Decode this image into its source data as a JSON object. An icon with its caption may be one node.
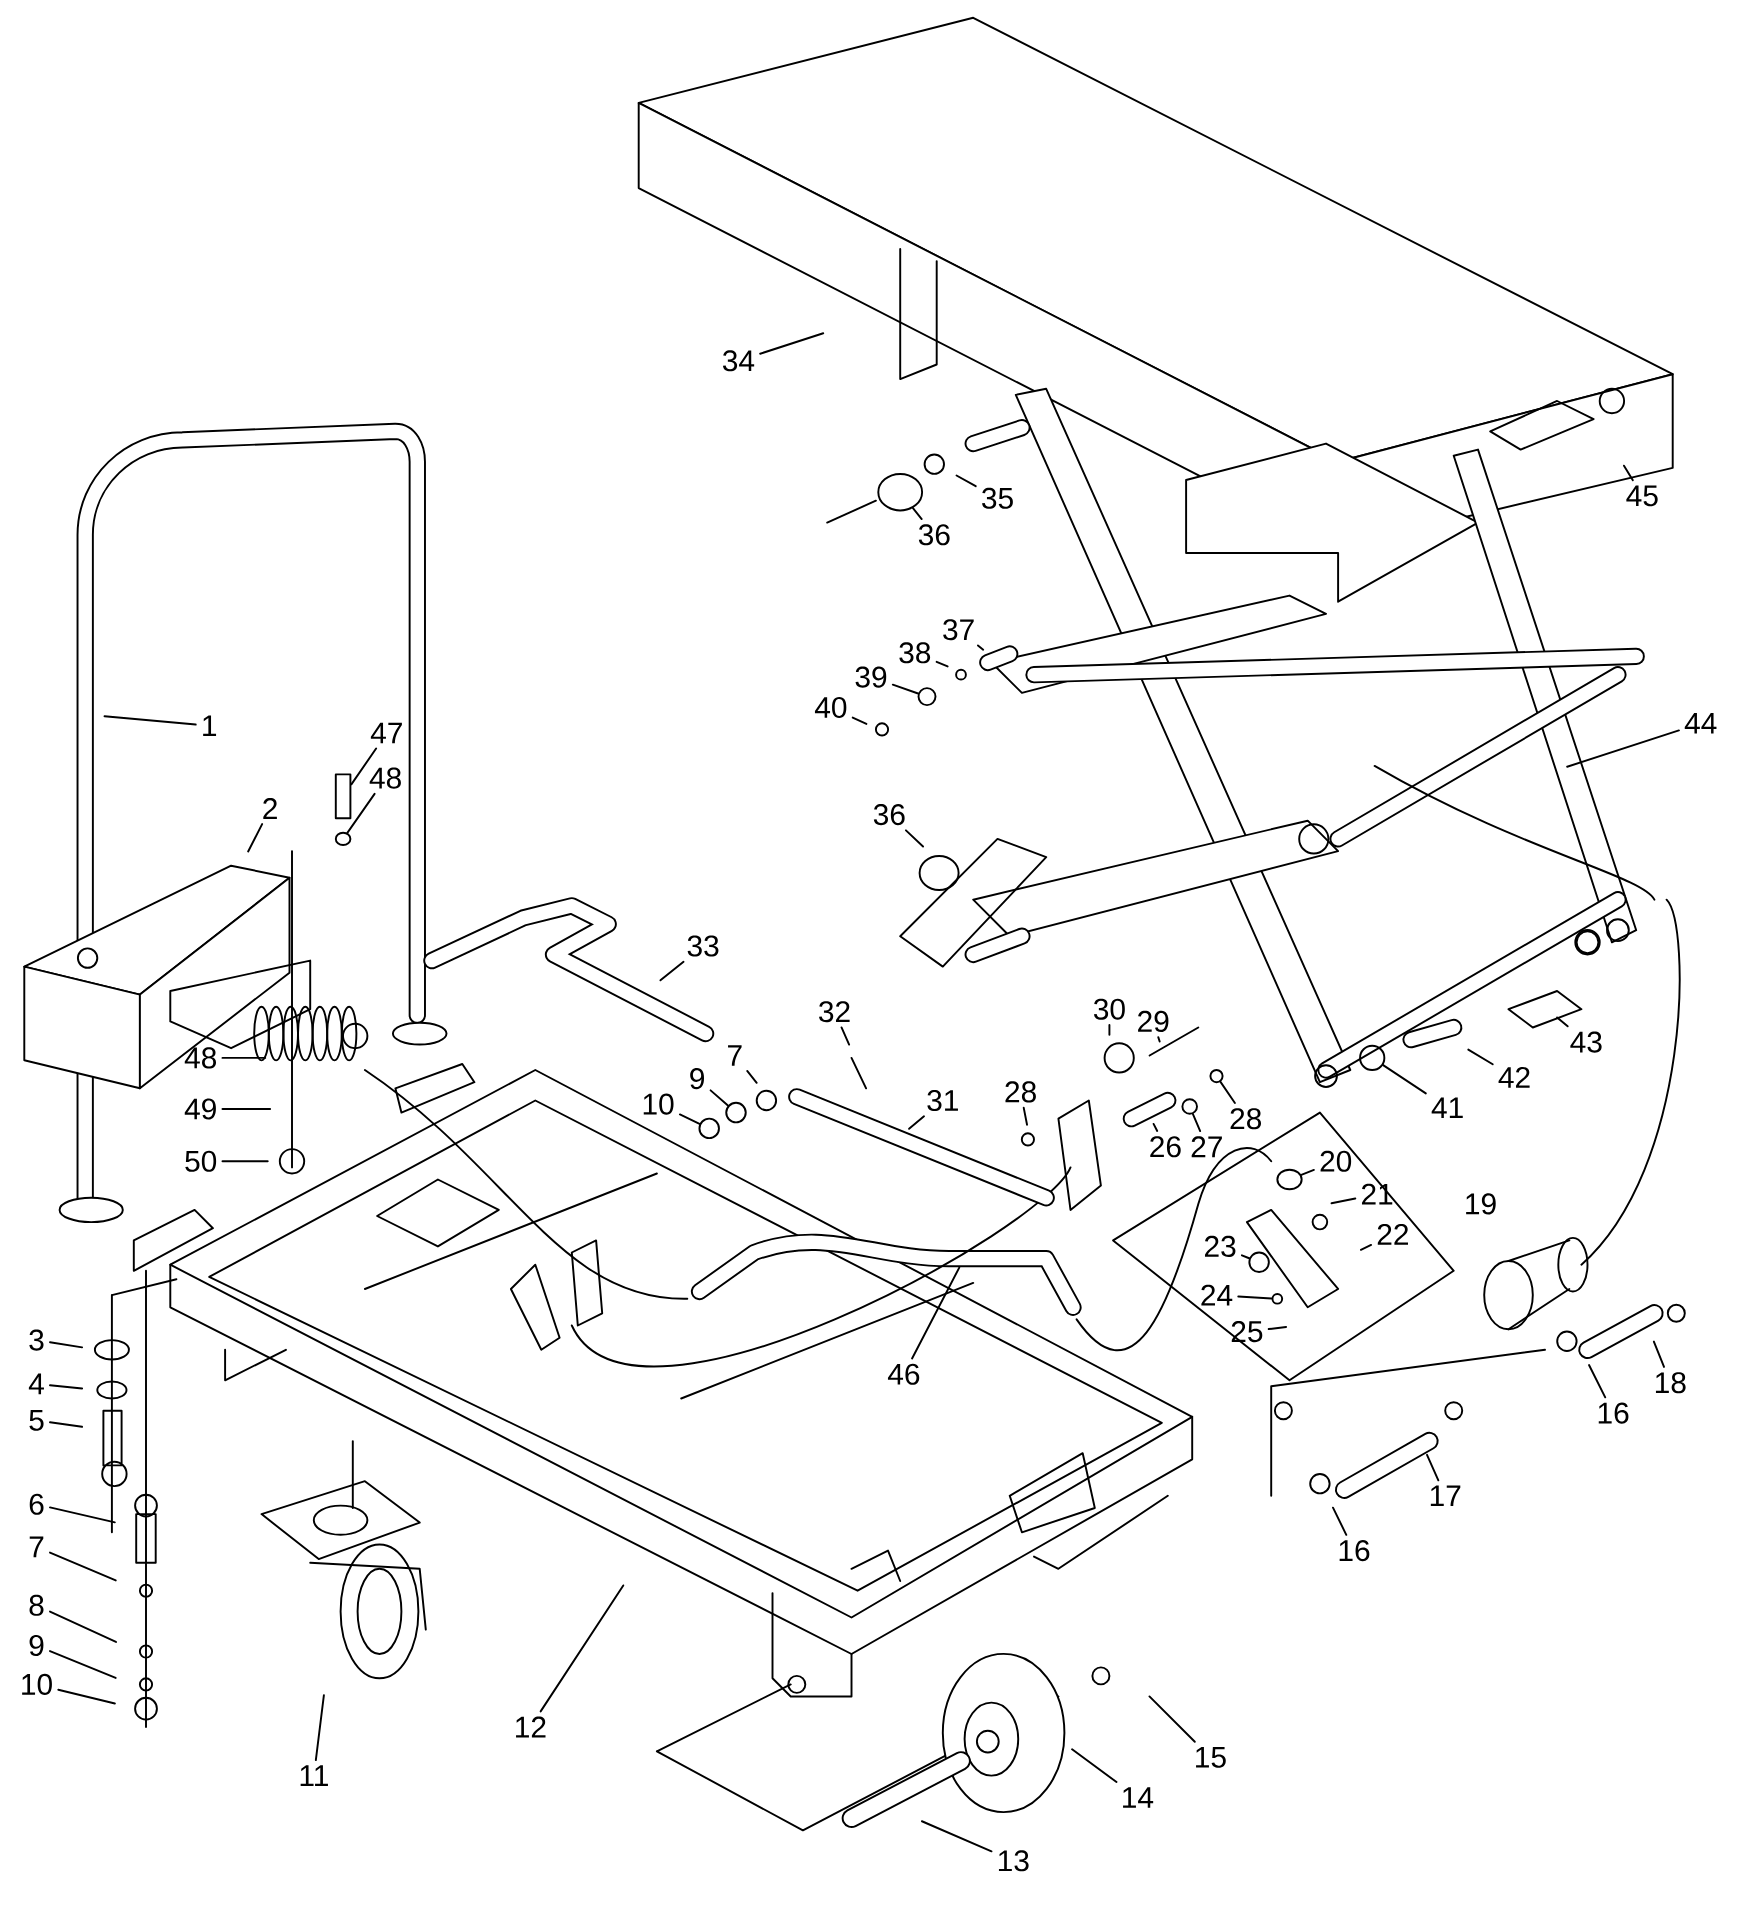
{
  "diagram": {
    "nodes": [
      {
        "text": [
          "34"
        ]
      },
      {
        "text": [
          "45"
        ]
      },
      {
        "text": [
          "35"
        ]
      },
      {
        "text": [
          "36"
        ]
      },
      {
        "text": [
          "37"
        ]
      },
      {
        "text": [
          "38"
        ]
      },
      {
        "text": [
          "39"
        ]
      },
      {
        "text": [
          "40"
        ]
      },
      {
        "text": [
          "44"
        ]
      },
      {
        "text": [
          "1"
        ]
      },
      {
        "text": [
          "47"
        ]
      },
      {
        "text": [
          "2"
        ]
      },
      {
        "text": [
          "48"
        ]
      },
      {
        "text": [
          "36"
        ]
      },
      {
        "text": [
          "33"
        ]
      },
      {
        "text": [
          "32"
        ]
      },
      {
        "text": [
          "29"
        ]
      },
      {
        "text": [
          "30"
        ]
      },
      {
        "text": [
          "48"
        ]
      },
      {
        "text": [
          "7"
        ]
      },
      {
        "text": [
          "9"
        ]
      },
      {
        "text": [
          "10"
        ]
      },
      {
        "text": [
          "49"
        ]
      },
      {
        "text": [
          "31"
        ]
      },
      {
        "text": [
          "28"
        ]
      },
      {
        "text": [
          "28"
        ]
      },
      {
        "text": [
          "26"
        ]
      },
      {
        "text": [
          "27"
        ]
      },
      {
        "text": [
          "50"
        ]
      },
      {
        "text": [
          "43"
        ]
      },
      {
        "text": [
          "42"
        ]
      },
      {
        "text": [
          "41"
        ]
      },
      {
        "text": [
          "20"
        ]
      },
      {
        "text": [
          "21"
        ]
      },
      {
        "text": [
          "22"
        ]
      },
      {
        "text": [
          "23"
        ]
      },
      {
        "text": [
          "24"
        ]
      },
      {
        "text": [
          "25"
        ]
      },
      {
        "text": [
          "46"
        ]
      },
      {
        "text": [
          "3"
        ]
      },
      {
        "text": [
          "4"
        ]
      },
      {
        "text": [
          "5"
        ]
      },
      {
        "text": [
          "16"
        ]
      },
      {
        "text": [
          "18"
        ]
      },
      {
        "text": [
          "6"
        ]
      },
      {
        "text": [
          "17"
        ]
      },
      {
        "text": [
          "7"
        ]
      },
      {
        "text": [
          "16"
        ]
      },
      {
        "text": [
          "8"
        ]
      },
      {
        "text": [
          "9"
        ]
      },
      {
        "text": [
          "10"
        ]
      },
      {
        "text": [
          "12"
        ]
      },
      {
        "text": [
          "15"
        ]
      },
      {
        "text": [
          "11"
        ]
      },
      {
        "text": [
          "14"
        ]
      },
      {
        "text": [
          "13"
        ]
      },
      {
        "text": [],
        "shape": "cylinder"
      },
      {
        "text": [],
        "shape": "circle"
      },
      {
        "text": [],
        "shape": "box"
      },
      {
        "text": [],
        "shape": "circle"
      },
      {
        "text": [],
        "shape": "circle"
      },
      {
        "text": [],
        "shape": "circle"
      },
      {
        "text": [],
        "shape": "circle"
      },
      {
        "text": [],
        "shape": "circle"
      },
      {
        "text": [],
        "shape": "cylinder"
      },
      {
        "text": [],
        "shape": "circle"
      },
      {
        "text": [],
        "shape": "circle"
      },
      {
        "text": [],
        "shape": "circle"
      }
    ],
    "edges": [
      {
        "from": 0,
        "to": null,
        "arrow": "none"
      },
      {
        "from": 1,
        "to": null,
        "arrow": "none"
      },
      {
        "from": 2,
        "to": null,
        "arrow": "none"
      },
      {
        "from": 3,
        "to": 56,
        "arrow": "none"
      },
      {
        "from": 4,
        "to": null,
        "arrow": "none"
      },
      {
        "from": 5,
        "to": null,
        "arrow": "none"
      },
      {
        "from": 6,
        "to": 57,
        "arrow": "none"
      },
      {
        "from": 7,
        "to": null,
        "arrow": "none"
      },
      {
        "from": 8,
        "to": null,
        "arrow": "none"
      },
      {
        "from": 9,
        "to": null,
        "arrow": "none"
      },
      {
        "from": 10,
        "to": 58,
        "arrow": "none"
      },
      {
        "from": 11,
        "to": null,
        "arrow": "none"
      },
      {
        "from": 12,
        "to": 67,
        "arrow": "none"
      },
      {
        "from": 13,
        "to": null,
        "arrow": "none"
      },
      {
        "from": 14,
        "to": null,
        "arrow": "none"
      },
      {
        "from": 15,
        "to": null,
        "arrow": "none"
      },
      {
        "from": 16,
        "to": null,
        "arrow": "none"
      },
      {
        "from": 17,
        "to": null,
        "arrow": "none"
      },
      {
        "from": 18,
        "to": null,
        "arrow": "none"
      },
      {
        "from": 19,
        "to": null,
        "arrow": "none"
      },
      {
        "from": 20,
        "to": 59,
        "arrow": "none"
      },
      {
        "from": 21,
        "to": 60,
        "arrow": "none"
      },
      {
        "from": 22,
        "to": null,
        "arrow": "none"
      },
      {
        "from": 23,
        "to": null,
        "arrow": "none"
      },
      {
        "from": 24,
        "to": null,
        "arrow": "none"
      },
      {
        "from": 25,
        "to": 61,
        "arrow": "none"
      },
      {
        "from": 26,
        "to": null,
        "arrow": "none"
      },
      {
        "from": 27,
        "to": 62,
        "arrow": "none"
      },
      {
        "from": 28,
        "to": null,
        "arrow": "none"
      },
      {
        "from": 29,
        "to": null,
        "arrow": "none"
      },
      {
        "from": 30,
        "to": null,
        "arrow": "none"
      },
      {
        "from": 31,
        "to": 63,
        "arrow": "none"
      },
      {
        "from": 32,
        "to": 64,
        "arrow": "none"
      },
      {
        "from": 33,
        "to": null,
        "arrow": "none"
      },
      {
        "from": 34,
        "to": null,
        "arrow": "none"
      },
      {
        "from": 35,
        "to": 65,
        "arrow": "none"
      },
      {
        "from": 36,
        "to": 66,
        "arrow": "none"
      },
      {
        "from": 37,
        "to": null,
        "arrow": "none"
      },
      {
        "from": 38,
        "to": null,
        "arrow": "none"
      },
      {
        "from": 39,
        "to": null,
        "arrow": "none"
      },
      {
        "from": 40,
        "to": null,
        "arrow": "none"
      },
      {
        "from": 41,
        "to": null,
        "arrow": "none"
      },
      {
        "from": 42,
        "to": null,
        "arrow": "none"
      },
      {
        "from": 43,
        "to": null,
        "arrow": "none"
      },
      {
        "from": 44,
        "to": null,
        "arrow": "none"
      },
      {
        "from": 45,
        "to": null,
        "arrow": "none"
      },
      {
        "from": 46,
        "to": null,
        "arrow": "none"
      },
      {
        "from": 47,
        "to": null,
        "arrow": "none"
      },
      {
        "from": 48,
        "to": null,
        "arrow": "none"
      },
      {
        "from": 49,
        "to": null,
        "arrow": "none"
      },
      {
        "from": 50,
        "to": null,
        "arrow": "none"
      },
      {
        "from": 51,
        "to": null,
        "arrow": "none"
      },
      {
        "from": 52,
        "to": null,
        "arrow": "none"
      },
      {
        "from": 53,
        "to": null,
        "arrow": "none"
      },
      {
        "from": 54,
        "to": null,
        "arrow": "none"
      },
      {
        "from": 55,
        "to": null,
        "arrow": "none"
      }
    ],
    "labels": [
      "19"
    ]
  }
}
